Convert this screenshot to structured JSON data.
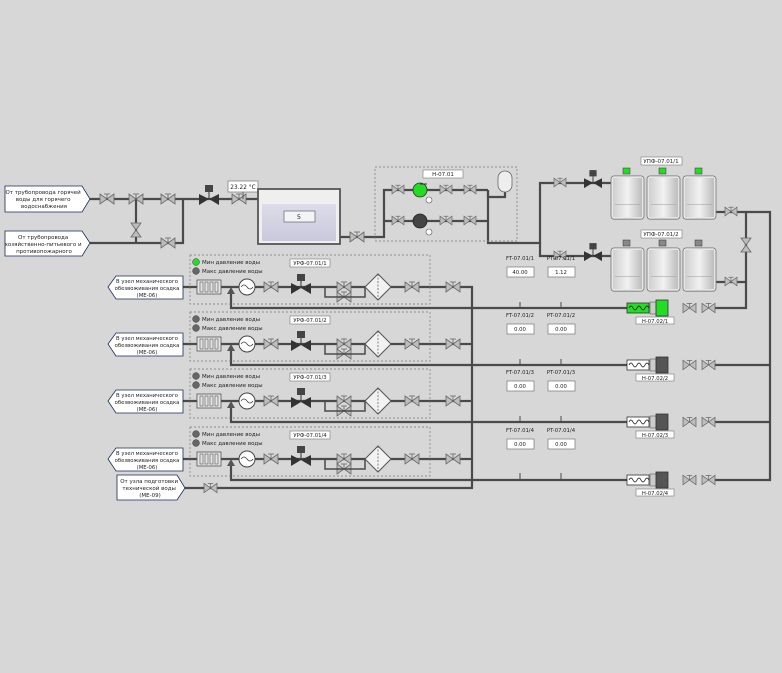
{
  "sources": [
    {
      "lines": [
        "От трубопровода горячей",
        "воды для горячего",
        "водоснабжения"
      ]
    },
    {
      "lines": [
        "От трубопровода",
        "хозяйственно-питьевого и",
        "противопожарного"
      ]
    }
  ],
  "temperature": {
    "value": "23.22",
    "unit": "°C"
  },
  "tank_level": "5",
  "pump_station": {
    "tag": "Н-07.01"
  },
  "filters": [
    {
      "tag": "УПФ-07.01/1"
    },
    {
      "tag": "УПФ-07.01/2"
    }
  ],
  "lines": [
    {
      "min_label": "Мин давление воды",
      "max_label": "Макс давление воды",
      "min_on": true,
      "max_on": false,
      "dest": [
        "В узел механического",
        "обезвоживания осадка",
        "(МЕ-06)"
      ],
      "regulator": "УРФ-07.01/1",
      "ft_tag": "FT-07.01/1",
      "ft_value": "40.00",
      "pt_tag": "PT-07.01/1",
      "pt_value": "1.12",
      "pump_tag": "Н-07.02/1",
      "pump_on": true
    },
    {
      "min_label": "Мин давление воды",
      "max_label": "Макс давление воды",
      "min_on": false,
      "max_on": false,
      "dest": [
        "В узел механического",
        "обезвоживания осадка",
        "(МЕ-06)"
      ],
      "regulator": "УРФ-07.01/2",
      "ft_tag": "FT-07.01/2",
      "ft_value": "0.00",
      "pt_tag": "PT-07.01/2",
      "pt_value": "0.00",
      "pump_tag": "Н-07.02/2",
      "pump_on": false
    },
    {
      "min_label": "Мин давление воды",
      "max_label": "Макс давление воды",
      "min_on": false,
      "max_on": false,
      "dest": [
        "В узел механического",
        "обезвоживания осадка",
        "(МЕ-06)"
      ],
      "regulator": "УРФ-07.01/3",
      "ft_tag": "FT-07.01/3",
      "ft_value": "0.00",
      "pt_tag": "PT-07.01/3",
      "pt_value": "0.00",
      "pump_tag": "Н-07.02/3",
      "pump_on": false
    },
    {
      "min_label": "Мин давление воды",
      "max_label": "Макс давление воды",
      "min_on": false,
      "max_on": false,
      "dest": [
        "В узел механического",
        "обезвоживания осадка",
        "(МЕ-06)"
      ],
      "regulator": "УРФ-07.01/4",
      "ft_tag": "FT-07.01/4",
      "ft_value": "0.00",
      "pt_tag": "PT-07.01/4",
      "pt_value": "0.00",
      "pump_tag": "Н-07.02/4",
      "pump_on": false
    }
  ],
  "tech_water_source": [
    "От узла подготовки",
    "технической воды",
    "(МЕ-09)"
  ],
  "colors": {
    "pipe": "#4a4a4a",
    "active": "#22dd22",
    "inactive": "#666666",
    "border": "#1a2a5a"
  }
}
